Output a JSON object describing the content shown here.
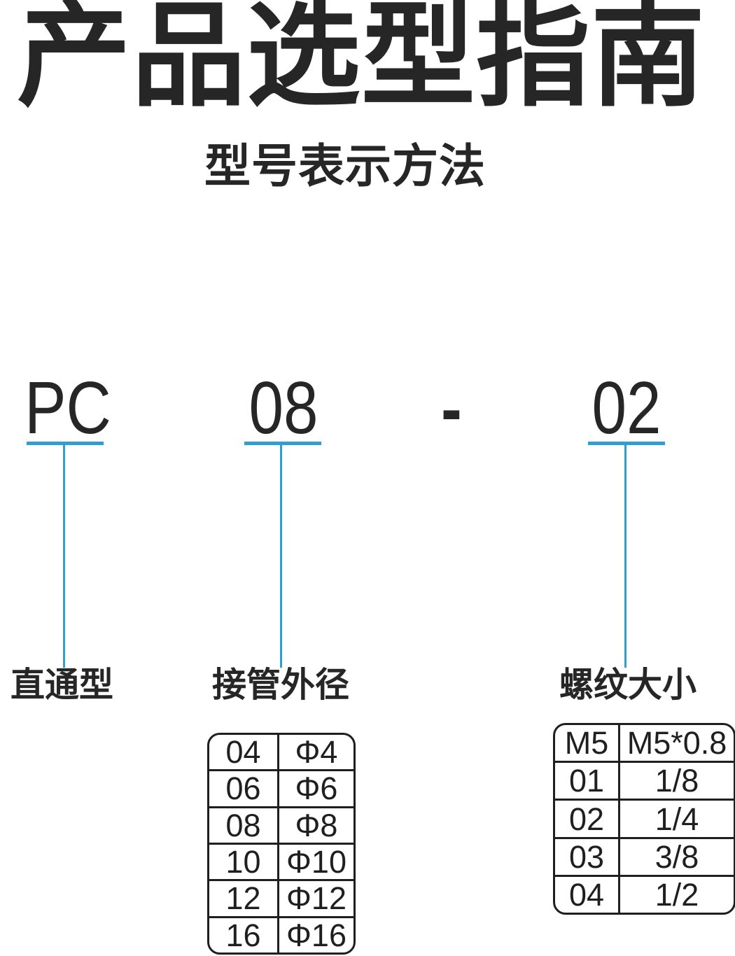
{
  "page": {
    "title": "产品选型指南",
    "subtitle": "型号表示方法"
  },
  "model_code": {
    "prefix": "PC",
    "size": "08",
    "separator": "-",
    "thread": "02"
  },
  "legend": {
    "prefix_label": "直通型",
    "size_label": "接管外径",
    "thread_label": "螺纹大小"
  },
  "size_table": {
    "rows": [
      [
        "04",
        "Φ4"
      ],
      [
        "06",
        "Φ6"
      ],
      [
        "08",
        "Φ8"
      ],
      [
        "10",
        "Φ10"
      ],
      [
        "12",
        "Φ12"
      ],
      [
        "16",
        "Φ16"
      ]
    ]
  },
  "thread_table": {
    "rows": [
      [
        "M5",
        "M5*0.8"
      ],
      [
        "01",
        "1/8"
      ],
      [
        "02",
        "1/4"
      ],
      [
        "03",
        "3/8"
      ],
      [
        "04",
        "1/2"
      ]
    ]
  },
  "colors": {
    "accent": "#2f9fd0",
    "border": "#1f1f1f",
    "text": "#262626"
  }
}
